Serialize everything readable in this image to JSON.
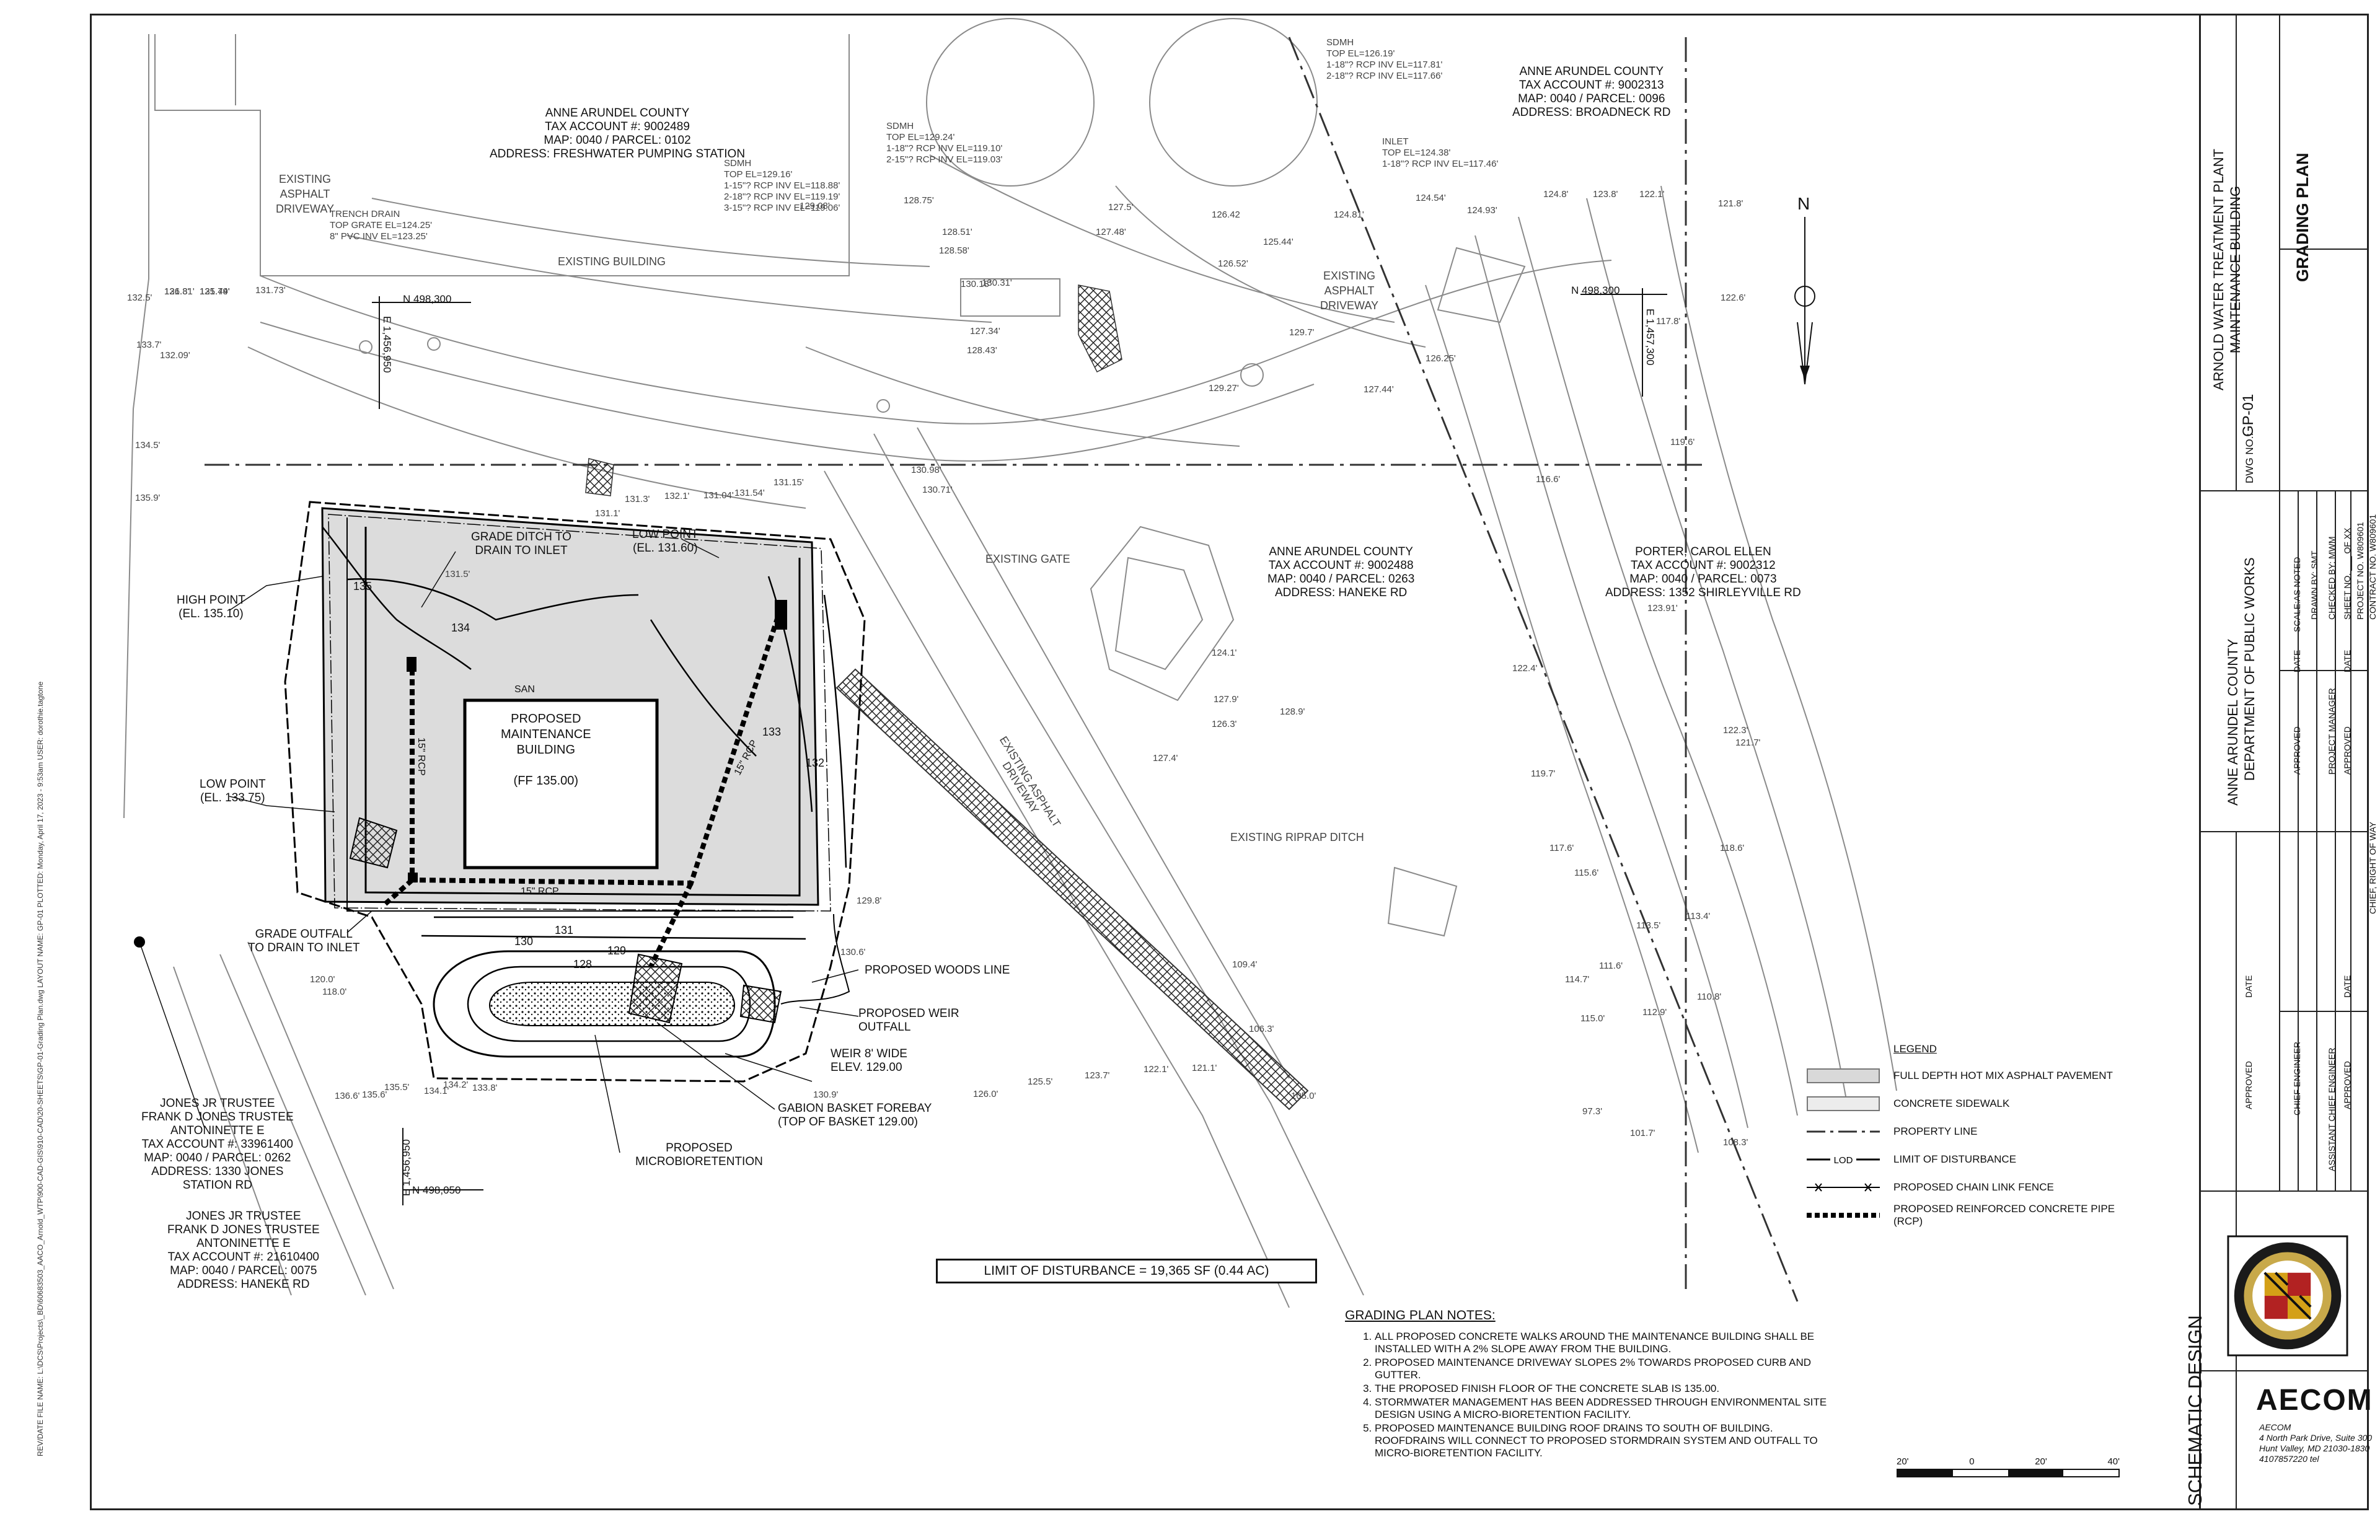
{
  "sheet": {
    "title_lines": [
      "ARNOLD WATER TREATMENT PLANT",
      "MAINTENANCE BUILDING"
    ],
    "drawing_title": "GRADING PLAN",
    "dwg_no_label": "DWG NO.:",
    "dwg_no": "GP-01",
    "agency": "ANNE ARUNDEL COUNTY",
    "department": "DEPARTMENT OF PUBLIC WORKS",
    "stage": "SCHEMATIC DESIGN",
    "scale_text": "SCALE:AS NOTED",
    "drawn_by": "DRAWN BY:  SMT",
    "checked_by": "CHECKED BY:  MWM",
    "sheet_no": "SHEET NO.  ___ OF XX",
    "project_no": "PROJECT NO.  W809601",
    "contract_no": "CONTRACT NO.  W809601",
    "approvals": [
      "APPROVED",
      "DATE",
      "APPROVED",
      "DATE",
      "APPROVED",
      "DATE",
      "APPROVED",
      "DATE"
    ],
    "roles": [
      "PROJECT MANAGER",
      "CHIEF ENGINEER",
      "ASSISTANT CHIEF ENGINEER",
      "CHIEF, RIGHT OF WAY"
    ],
    "margin_text": "REV/DATE   FILE NAME: L:\\DCS\\Projects\\_BD\\60683503_AACO_Arnold_WTP\\900-CAD-GIS\\910-CAD\\20-SHEETS\\GP-01-Grading Plan.dwg   LAYOUT NAME: GP-01   PLOTTED: Monday, April 17, 2023 - 9:53am   USER: dorothie.tagtone"
  },
  "firm": {
    "name": "AECOM",
    "address": "AECOM\n4 North Park Drive, Suite 300\nHunt Valley, MD 21030-1830\n4107857220 tel"
  },
  "parcels": [
    {
      "lines": [
        "ANNE ARUNDEL COUNTY",
        "TAX ACCOUNT #: 9002489",
        "MAP: 0040 / PARCEL: 0102",
        "ADDRESS: FRESHWATER PUMPING STATION"
      ]
    },
    {
      "lines": [
        "ANNE ARUNDEL COUNTY",
        "TAX ACCOUNT #: 9002313",
        "MAP: 0040 / PARCEL: 0096",
        "ADDRESS: BROADNECK RD"
      ]
    },
    {
      "lines": [
        "ANNE ARUNDEL COUNTY",
        "TAX ACCOUNT #: 9002488",
        "MAP: 0040 / PARCEL: 0263",
        "ADDRESS: HANEKE RD"
      ]
    },
    {
      "lines": [
        "PORTER, CAROL ELLEN",
        "TAX ACCOUNT #: 9002312",
        "MAP: 0040 / PARCEL: 0073",
        "ADDRESS: 1352 SHIRLEYVILLE RD"
      ]
    },
    {
      "lines": [
        "JONES JR TRUSTEE",
        "FRANK D JONES TRUSTEE",
        "ANTONINETTE E",
        "TAX ACCOUNT #: 33961400",
        "MAP: 0040 / PARCEL: 0262",
        "ADDRESS: 1330 JONES",
        "STATION RD"
      ]
    },
    {
      "lines": [
        "JONES JR TRUSTEE",
        "FRANK D JONES TRUSTEE",
        "ANTONINETTE E",
        "TAX ACCOUNT #: 21610400",
        "MAP: 0040 / PARCEL: 0075",
        "ADDRESS: HANEKE RD"
      ]
    }
  ],
  "callouts": {
    "high_point": [
      "HIGH POINT",
      "(EL. 135.10)"
    ],
    "low_point_left": [
      "LOW POINT",
      "(EL. 133.75)"
    ],
    "low_point_top": [
      "LOW POINT",
      "(EL. 131.60)"
    ],
    "grade_ditch": [
      "GRADE DITCH TO",
      "DRAIN TO INLET"
    ],
    "grade_outfall": [
      "GRADE OUTFALL",
      "TO DRAIN TO INLET"
    ],
    "building": [
      "PROPOSED",
      "MAINTENANCE",
      "BUILDING",
      "",
      "(FF 135.00)"
    ],
    "woods_line": "PROPOSED WOODS LINE",
    "weir_outfall": [
      "PROPOSED WEIR",
      "OUTFALL"
    ],
    "weir": [
      "WEIR 8' WIDE",
      "ELEV. 129.00"
    ],
    "gabion": [
      "GABION BASKET FOREBAY",
      "(TOP OF BASKET 129.00)"
    ],
    "microbio": [
      "PROPOSED",
      "MICROBIORETENTION"
    ],
    "existing_building": "EXISTING BUILDING",
    "existing_gate": "EXISTING GATE",
    "existing_riprap": "EXISTING RIPRAP DITCH",
    "existing_driveway_left": [
      "EXISTING",
      "ASPHALT",
      "DRIVEWAY"
    ],
    "existing_driveway_right": [
      "EXISTING",
      "ASPHALT",
      "DRIVEWAY"
    ],
    "existing_driveway_diag": [
      "EXISTING ASPHALT",
      "DRIVEWAY"
    ],
    "trench_drain": [
      "TRENCH DRAIN",
      "TOP GRATE EL=124.25'",
      "8\" PVC INV EL=123.25'"
    ],
    "sdmh_1": [
      "SDMH",
      "TOP EL=129.16'",
      "1-15\"? RCP INV EL=118.88'",
      "2-18\"? RCP INV EL=119.19'",
      "3-15\"? RCP INV EL=119.06'"
    ],
    "sdmh_2": [
      "SDMH",
      "TOP EL=129.24'",
      "1-18\"? RCP INV EL=119.10'",
      "2-15\"? RCP INV EL=119.03'"
    ],
    "sdmh_3": [
      "SDMH",
      "TOP EL=126.19'",
      "1-18\"? RCP INV EL=117.81'",
      "2-18\"? RCP INV EL=117.66'"
    ],
    "inlet": [
      "INLET",
      "TOP EL=124.38'",
      "1-18\"? RCP INV EL=117.46'"
    ],
    "rcp_15_a": "15\" RCP",
    "rcp_15_b": "15\" RCP",
    "rcp_15_c": "15\" RCP",
    "san": "SAN"
  },
  "coordinates": {
    "n_top_left": "N 498,300",
    "n_top_right": "N 498,300",
    "e_top_left": "E 1,456,950",
    "e_top_right": "E 1,457,300",
    "e_bottom": "E 1,456,950",
    "n_bottom": "N 498,050"
  },
  "contours": [
    "135",
    "134",
    "133",
    "132",
    "131",
    "130",
    "129",
    "128"
  ],
  "spot_elevations": [
    "131.81'",
    "131.79'",
    "131.73'",
    "132.5'",
    "133.7'",
    "134.5'",
    "135.9'",
    "132.09'",
    "129.08'",
    "128.75'",
    "128.51'",
    "128.58'",
    "127.48'",
    "127.5'",
    "126.42",
    "126.52'",
    "125.44'",
    "124.81'",
    "124.54'",
    "124.93'",
    "124.8'",
    "123.8'",
    "122.1'",
    "121.8'",
    "117.8'",
    "122.6'",
    "119.6'",
    "116.6'",
    "123.91'",
    "122.3'",
    "121.7'",
    "118.6'",
    "113.4'",
    "110.8'",
    "108.3'",
    "101.7'",
    "97.3'",
    "105.0'",
    "106.3'",
    "109.4'",
    "111.6'",
    "114.7'",
    "115.0'",
    "112.9'",
    "113.5'",
    "115.6'",
    "117.6'",
    "119.7'",
    "122.4'",
    "124.1'",
    "127.9'",
    "128.9'",
    "126.3'",
    "127.4'",
    "129.8'",
    "130.6'",
    "130.9'",
    "126.0'",
    "125.5'",
    "123.7'",
    "122.1'",
    "121.1'",
    "120.0'",
    "118.0'",
    "136.6'",
    "135.6'",
    "135.5'",
    "134.1'",
    "134.2'",
    "133.8'",
    "131.5'",
    "131.1'",
    "131.3'",
    "132.1'",
    "131.04'",
    "131.54'",
    "131.15'",
    "130.98'",
    "130.71'",
    "130.18'",
    "130.31'",
    "128.43'",
    "127.34'",
    "129.7'",
    "129.27'",
    "126.25'",
    "127.44'",
    "126.3'",
    "125.44'"
  ],
  "limit_of_disturbance": "LIMIT OF DISTURBANCE = 19,365 SF (0.44 AC)",
  "notes": {
    "title": "GRADING PLAN NOTES:",
    "items": [
      "ALL PROPOSED CONCRETE WALKS AROUND THE MAINTENANCE BUILDING SHALL BE INSTALLED WITH A 2% SLOPE AWAY FROM THE BUILDING.",
      "PROPOSED MAINTENANCE DRIVEWAY SLOPES 2% TOWARDS PROPOSED CURB AND GUTTER.",
      "THE PROPOSED FINISH FLOOR OF THE CONCRETE SLAB IS 135.00.",
      "STORMWATER MANAGEMENT HAS BEEN ADDRESSED THROUGH ENVIRONMENTAL SITE DESIGN USING A MICRO-BIORETENTION FACILITY.",
      "PROPOSED MAINTENANCE BUILDING ROOF DRAINS TO SOUTH OF BUILDING. ROOFDRAINS WILL CONNECT TO PROPOSED STORMDRAIN SYSTEM AND OUTFALL TO MICRO-BIORETENTION FACILITY."
    ]
  },
  "legend": {
    "title": "LEGEND",
    "items": [
      {
        "label": "FULL DEPTH HOT MIX ASPHALT PAVEMENT",
        "symbol": "asphalt-hatch-icon"
      },
      {
        "label": "CONCRETE SIDEWALK",
        "symbol": "concrete-fill-icon"
      },
      {
        "label": "PROPERTY LINE",
        "symbol": "property-line-icon"
      },
      {
        "label": "LIMIT OF DISTURBANCE",
        "symbol": "lod-line-icon",
        "tag": "LOD"
      },
      {
        "label": "PROPOSED CHAIN LINK FENCE",
        "symbol": "fence-line-icon"
      },
      {
        "label": "PROPOSED REINFORCED CONCRETE PIPE (RCP)",
        "symbol": "rcp-line-icon"
      }
    ]
  },
  "scale_bar": {
    "ticks": [
      "20'",
      "0",
      "20'",
      "40'"
    ]
  },
  "north_label": "N",
  "colors": {
    "ink": "#111111",
    "existing": "#8a8a8a",
    "proposed": "#000000",
    "asphalt": "#d9d9d9",
    "concrete": "#e8e8e8"
  }
}
